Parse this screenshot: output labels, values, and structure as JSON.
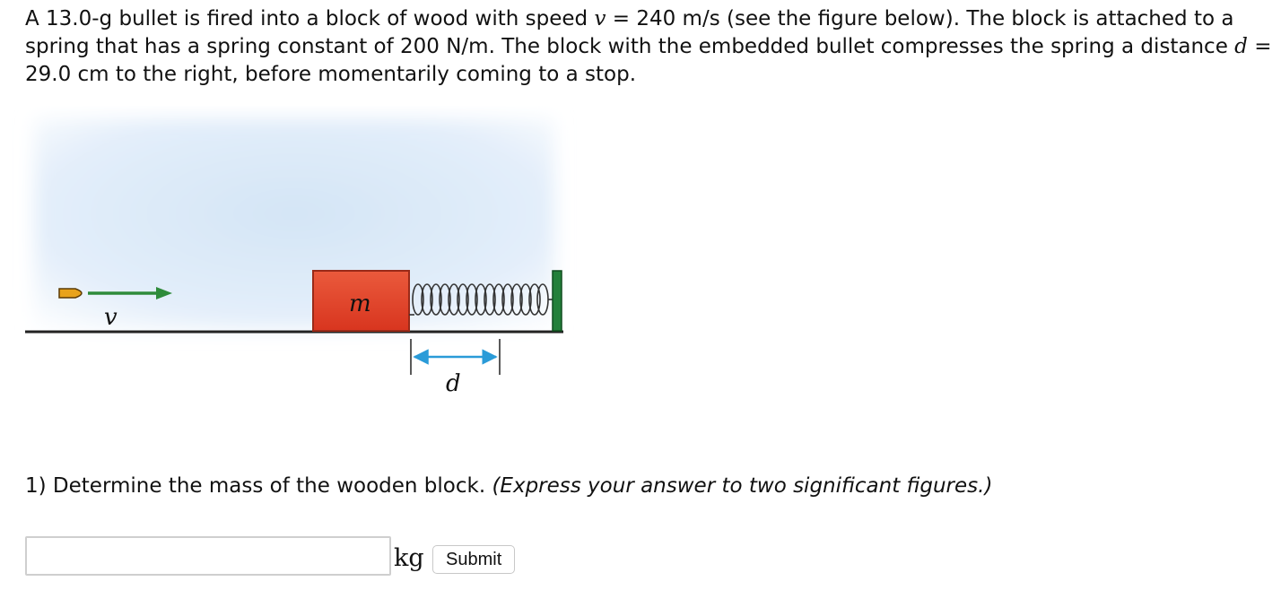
{
  "problem": {
    "part1": "A 13.0-g bullet is fired into a block of wood with speed ",
    "speed_var": "v",
    "part2": " = 240 m/s (see the figure below). The block is attached to a spring that has a spring constant of 200 N/m. The block with the embedded bullet compresses the spring a distance ",
    "dist_var": "d",
    "part3": " = 29.0 cm to the right, before momentarily coming to a stop."
  },
  "figure": {
    "velocity_label": "v",
    "mass_label": "m",
    "distance_label": "d",
    "colors": {
      "bullet": "#e8a31b",
      "velocity_arrow": "#2e8b3a",
      "block": "#e0432c",
      "block_edge": "#9a2a18",
      "wall": "#23803a",
      "spring": "#333333",
      "distance_arrow": "#2a9bd8",
      "sky": "#dbe9f7"
    }
  },
  "question": {
    "text": "1) Determine the mass of the wooden block. ",
    "hint": "(Express your answer to two significant figures.)"
  },
  "answer": {
    "value": "",
    "unit": "kg",
    "submit_label": "Submit"
  }
}
